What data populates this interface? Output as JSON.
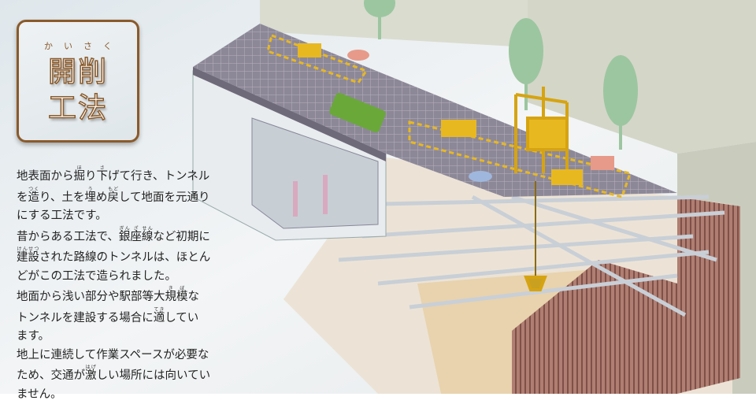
{
  "title": {
    "ruby": [
      "かい",
      "さく"
    ],
    "line1": "開削",
    "line2": "工法"
  },
  "description": [
    [
      [
        {
          "t": "地表面から"
        },
        {
          "t": "掘",
          "r": "ほ"
        },
        {
          "t": "り"
        },
        {
          "t": "下",
          "r": "さ"
        },
        {
          "t": "げて行き、トンネル"
        }
      ]
    ],
    [
      [
        {
          "t": "を"
        },
        {
          "t": "造",
          "r": "つく"
        },
        {
          "t": "り、土を"
        },
        {
          "t": "埋",
          "r": "う"
        },
        {
          "t": "め"
        },
        {
          "t": "戻",
          "r": "もど"
        },
        {
          "t": "して地面を元通り"
        }
      ]
    ],
    [
      [
        {
          "t": "にする工法です。"
        }
      ]
    ],
    [
      [
        {
          "t": "昔からある工法で、"
        },
        {
          "t": "銀",
          "r": "ぎん"
        },
        {
          "t": "座",
          "r": "ざ"
        },
        {
          "t": "線",
          "r": "せん"
        },
        {
          "t": "など初期に"
        }
      ]
    ],
    [
      [
        {
          "t": "建",
          "r": "けん"
        },
        {
          "t": "設",
          "r": "せつ"
        },
        {
          "t": "された路線のトンネルは、ほとん"
        }
      ]
    ],
    [
      [
        {
          "t": "どがこの工法で造られました。"
        }
      ]
    ],
    [
      [
        {
          "t": "地面から浅い部分や駅部等大"
        },
        {
          "t": "規",
          "r": "き"
        },
        {
          "t": "模",
          "r": "ぼ"
        },
        {
          "t": "な"
        }
      ]
    ],
    [
      [
        {
          "t": "トンネルを建設する場合に"
        },
        {
          "t": "適",
          "r": "てき"
        },
        {
          "t": "してい"
        }
      ]
    ],
    [
      [
        {
          "t": "ます。"
        }
      ]
    ],
    [
      [
        {
          "t": "地上に連続して作業スペースが必要な"
        }
      ]
    ],
    [
      [
        {
          "t": "ため、交通が"
        },
        {
          "t": "激",
          "r": "はげ"
        },
        {
          "t": "しい場所には向いてい"
        }
      ]
    ],
    [
      [
        {
          "t": "ません。"
        }
      ]
    ]
  ],
  "colors": {
    "accent": "#8a5a2b",
    "crane": "#e8b820",
    "wall": "#a8766a",
    "deck": "#8a8696",
    "bus": "#6aa83a"
  }
}
